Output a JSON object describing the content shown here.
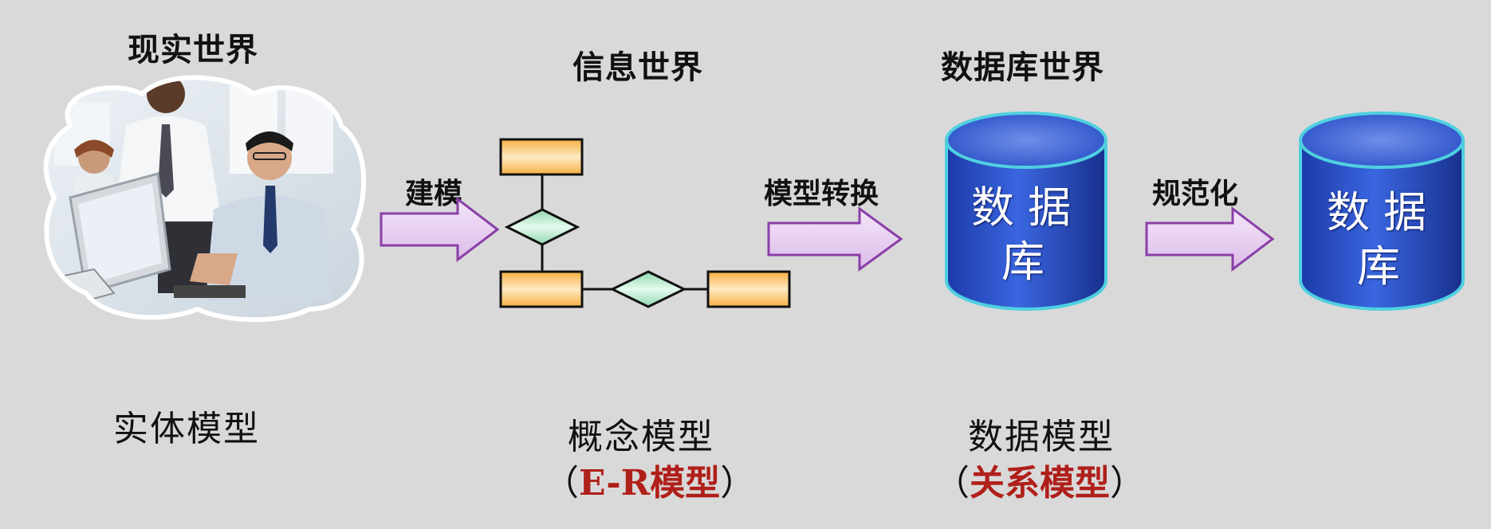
{
  "worlds": {
    "real": "现实世界",
    "info": "信息世界",
    "db": "数据库世界"
  },
  "arrows": {
    "modeling": "建模",
    "conversion": "模型转换",
    "normalization": "规范化"
  },
  "db_left": {
    "line1": "数 据",
    "line2": "库"
  },
  "db_right": {
    "line1": "数 据",
    "line2": "库"
  },
  "models": {
    "entity": "实体模型",
    "conceptual": "概念模型",
    "conceptual_paren_open": "（",
    "conceptual_note": "E-R模型",
    "conceptual_paren_close": "）",
    "data": "数据模型",
    "data_paren_open": "（",
    "data_note": "关系模型",
    "data_paren_close": "）"
  },
  "colors": {
    "background": "#d9d9d9",
    "entity_box": "#f6b042",
    "relationship_diamond": "#a8e6c0",
    "arrow_fill": "#e6c8f0",
    "arrow_stroke": "#8a3fa8",
    "cylinder_body": "#2a4fc8",
    "cylinder_rim": "#4fd0e0",
    "note_red": "#b0201a"
  }
}
